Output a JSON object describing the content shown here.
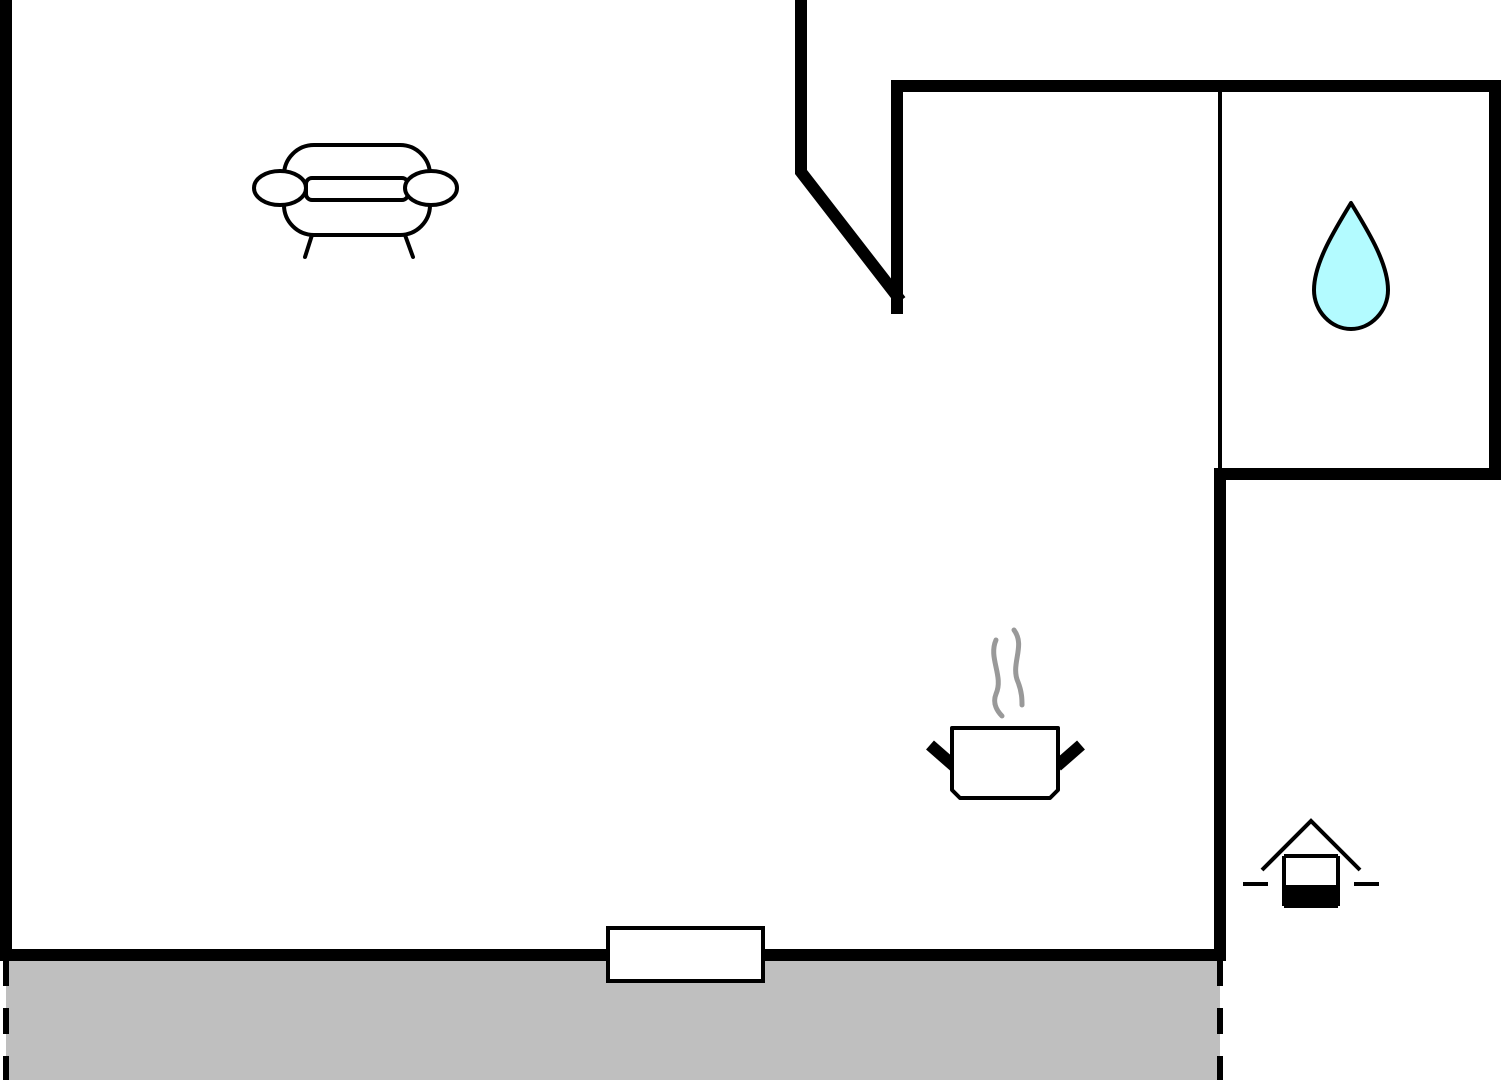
{
  "diagram": {
    "type": "floor-plan",
    "rooms": [
      {
        "name": "living-area",
        "icon": "sofa-icon"
      },
      {
        "name": "bathroom",
        "icon": "water-drop-icon"
      },
      {
        "name": "kitchen",
        "icon": "cooking-pot-icon"
      }
    ],
    "outside": {
      "icon": "well-icon"
    },
    "terrace": {
      "present": true
    },
    "window": {
      "present": true
    }
  },
  "colors": {
    "background": "#ffffff",
    "wall": "#000000",
    "terrace": "#bfbfbf",
    "water": "#b3fbff",
    "steam": "#999999"
  }
}
